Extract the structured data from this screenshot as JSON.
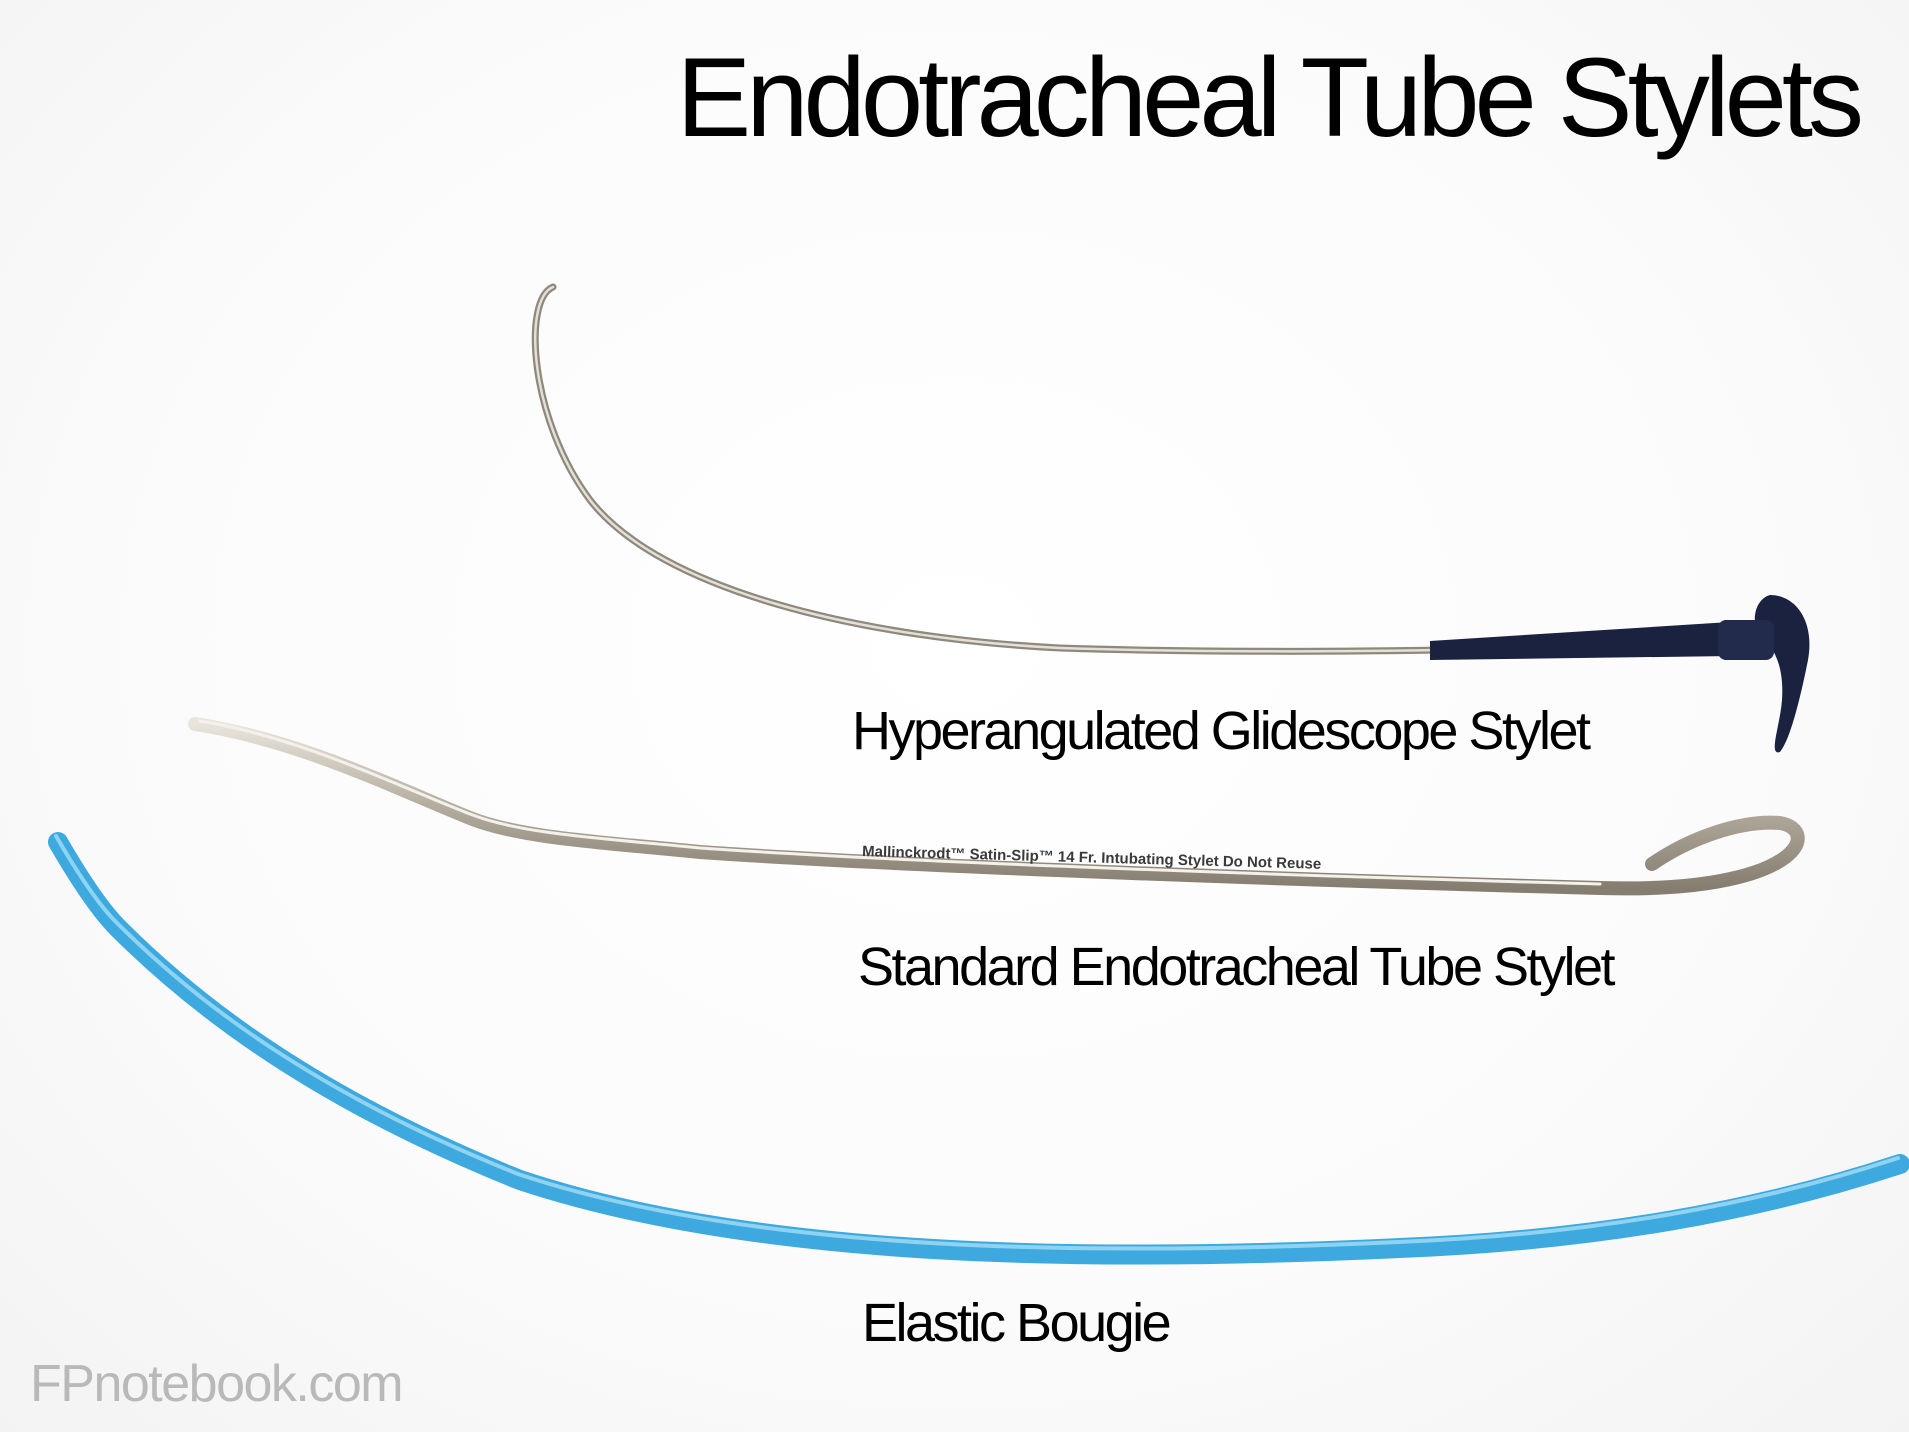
{
  "title": "Endotracheal Tube Stylets",
  "labels": {
    "hyperangulated": "Hyperangulated Glidescope Stylet",
    "standard": "Standard Endotracheal Tube Stylet",
    "bougie": "Elastic Bougie"
  },
  "etched_marking": "Mallinckrodt™   Satin-Slip™   14 Fr.   Intubating Stylet   Do Not Reuse",
  "watermark": "FPnotebook.com",
  "colors": {
    "background": "#ffffff",
    "text": "#000000",
    "watermark": "#b9b9b9",
    "bougie": "#3ea9de",
    "steel": "#b8b2a6",
    "handle": "#1b2240"
  }
}
